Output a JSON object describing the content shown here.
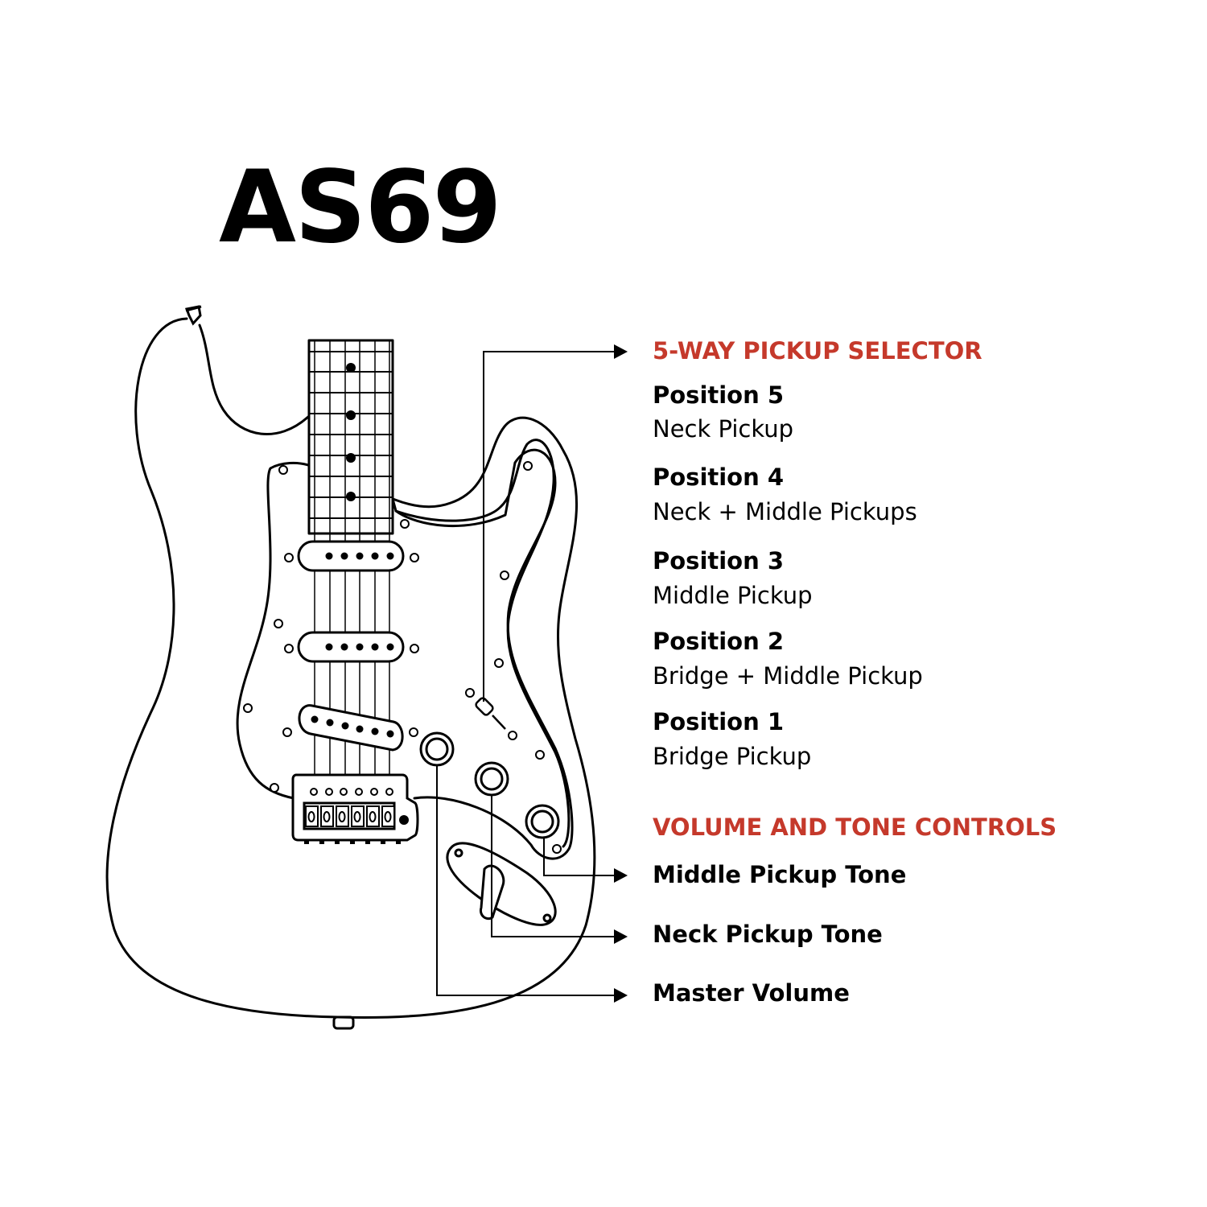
{
  "title": "AS69",
  "selector": {
    "heading": "5-WAY PICKUP SELECTOR",
    "positions": [
      {
        "title": "Position 5",
        "desc": "Neck Pickup"
      },
      {
        "title": "Position 4",
        "desc": "Neck + Middle Pickups"
      },
      {
        "title": "Position 3",
        "desc": "Middle Pickup"
      },
      {
        "title": "Position 2",
        "desc": "Bridge + Middle Pickup"
      },
      {
        "title": "Position 1",
        "desc": "Bridge Pickup"
      }
    ]
  },
  "controls": {
    "heading": "VOLUME AND TONE CONTROLS",
    "items": [
      "Middle Pickup Tone",
      "Neck Pickup Tone",
      "Master Volume"
    ]
  },
  "colors": {
    "accent": "#c5392b",
    "ink": "#000000",
    "background": "#ffffff"
  }
}
